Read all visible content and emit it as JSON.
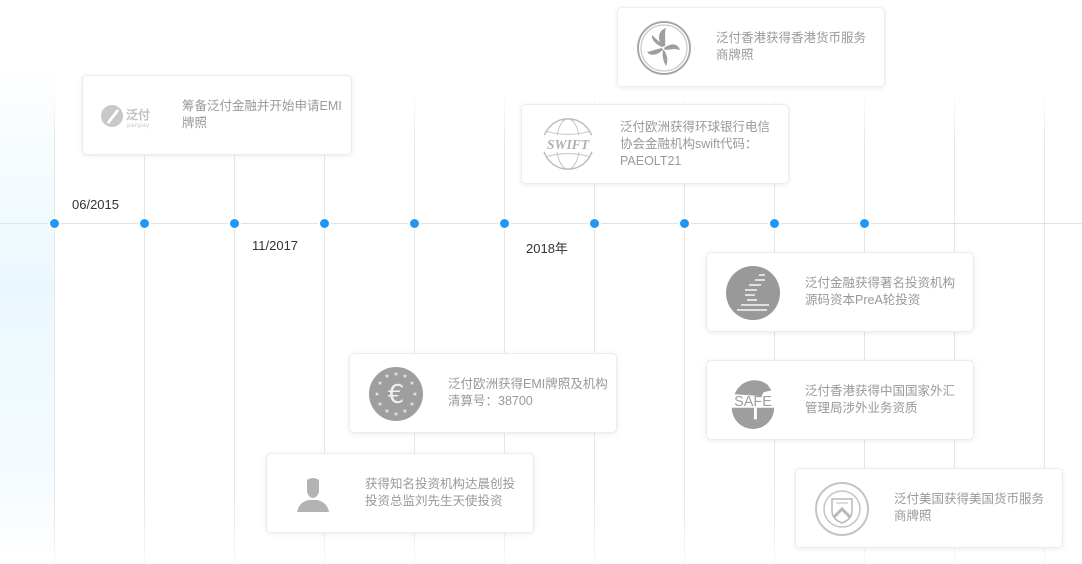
{
  "timeline": {
    "accent_color": "#2196f3",
    "dates": [
      {
        "label": "06/2015"
      },
      {
        "label": "11/2017"
      },
      {
        "label": "2018年"
      }
    ],
    "nodes": [
      54,
      144,
      234,
      324,
      414,
      504,
      594,
      684,
      774,
      864
    ],
    "events": [
      {
        "logo": "panpay-logo-icon",
        "logo_text": "泛付",
        "logo_sub": "panpay",
        "text": "筹备泛付金融并开始申请EMI牌照"
      },
      {
        "logo": "hong-kong-bauhinia-icon",
        "text": "泛付香港获得香港货币服务商牌照"
      },
      {
        "logo": "swift-globe-icon",
        "logo_text": "SWIFT",
        "text": "泛付欧洲获得环球银行电信协会金融机构swift代码：PAEOLT21"
      },
      {
        "logo": "source-code-capital-icon",
        "text": "泛付金融获得著名投资机构源码资本PreA轮投资"
      },
      {
        "logo": "safe-icon",
        "logo_text": "SAFE",
        "text": "泛付香港获得中国国家外汇管理局涉外业务资质"
      },
      {
        "logo": "euro-stars-icon",
        "logo_text": "€",
        "text": "泛付欧洲获得EMI牌照及机构清算号：38700"
      },
      {
        "logo": "person-silhouette-icon",
        "text": "获得知名投资机构达晨创投投资总监刘先生天使投资"
      },
      {
        "logo": "fincen-seal-icon",
        "text": "泛付美国获得美国货币服务商牌照"
      }
    ]
  }
}
